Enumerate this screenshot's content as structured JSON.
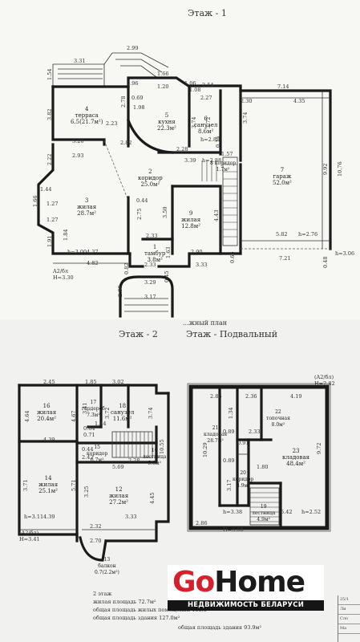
{
  "floor1": {
    "title": "Этаж - 1",
    "rooms": [
      {
        "id": "4",
        "name": "терраса",
        "area": "6.5(21.7м²)"
      },
      {
        "id": "5",
        "name": "кухня",
        "area": "22.3м²"
      },
      {
        "id": "6",
        "name": "санузел",
        "area": "8.6м²"
      },
      {
        "id": "7",
        "name": "гараж",
        "area": "52.0м²"
      },
      {
        "id": "2",
        "name": "коридор",
        "area": "25.0м²"
      },
      {
        "id": "3",
        "name": "жилая",
        "area": "28.7м²"
      },
      {
        "id": "9",
        "name": "жилая",
        "area": "12.8м²"
      },
      {
        "id": "1",
        "name": "тамбур",
        "area": "3.8м²"
      },
      {
        "id": "8",
        "name": "коридор",
        "area": "1.7м²"
      }
    ],
    "dims": [
      "3.31",
      "2.99",
      "0.96",
      "1.66",
      "1.20",
      "1.06",
      "2.54",
      "7.14",
      "1.54",
      "1.98",
      "0.69",
      "2.78",
      "1.08",
      "2.27",
      "2.30",
      "4.35",
      "3.82",
      "2.23",
      "3.74",
      "3.72",
      "3.74",
      "3.26",
      "2.82",
      "h=2.88",
      "2.28",
      "0.15",
      "2.93",
      "3.39",
      "h=2.88",
      "1.57",
      "9.92",
      "10.76",
      "2.22",
      "0.44",
      "1.44",
      "1.27",
      "2.75",
      "3.50",
      "4.43",
      "1.66",
      "5.82",
      "h=2.76",
      "1.27",
      "2.33",
      "1.84",
      "1.91",
      "h=3.00",
      "4.37",
      "2.90",
      "0.66",
      "7.21",
      "0.48",
      "h=3.06",
      "1.63",
      "4.82",
      "0.82",
      "2.33",
      "3.33",
      "A2/бл",
      "H=3.30",
      "2.00",
      "3.29",
      "0.45",
      "3.17"
    ]
  },
  "floor2": {
    "title": "Этаж - 2",
    "overlay_title": "...жный план",
    "rooms": [
      {
        "id": "16",
        "name": "жилая",
        "area": "20.4м²"
      },
      {
        "id": "17",
        "name": "гардероб",
        "area": "7.3м²"
      },
      {
        "id": "18",
        "name": "санузел",
        "area": "11.6м²"
      },
      {
        "id": "15",
        "name": "коридор",
        "area": "6.7м²"
      },
      {
        "id": "10",
        "name": "лестница",
        "area": "5.6м²"
      },
      {
        "id": "14",
        "name": "жилая",
        "area": "25.1м²"
      },
      {
        "id": "12",
        "name": "жилая",
        "area": "27.2м²"
      },
      {
        "id": "13",
        "name": "балкон",
        "area": "0.7(2.2м²)"
      }
    ],
    "dims": [
      "4.64",
      "2.45",
      "1.85",
      "3.02",
      "4.67",
      "3.41",
      "3.72",
      "3.74",
      "0.64",
      "0.71",
      "1.44",
      "4.39",
      "0.44",
      "2.42",
      "5.69",
      "2.28",
      "10.55",
      "3.71",
      "5.71",
      "3.25",
      "4.45",
      "h=3.11",
      "4.39",
      "3.33",
      "(A2/бл)",
      "H=3.41",
      "2.32",
      "2.70"
    ],
    "notes": [
      "2 этаж",
      "жилая площадь 72.7м²",
      "общая площадь жилых помещений 103.0",
      "общая площадь здания 127.0м²"
    ]
  },
  "basement": {
    "title": "Этаж - Подвальный",
    "rooms": [
      {
        "id": "22",
        "name": "топочная",
        "area": "8.0м²"
      },
      {
        "id": "21",
        "name": "кладовая",
        "area": "28.7м²"
      },
      {
        "id": "23",
        "name": "кладовая",
        "area": "48.4м²"
      },
      {
        "id": "20",
        "name": "коридор",
        "area": "3.9м²"
      },
      {
        "id": "19",
        "name": "лестница",
        "area": "4.9м²"
      }
    ],
    "dims": [
      "(A2/бл)",
      "H=2.82",
      "2.86",
      "2.36",
      "4.19",
      "1.34",
      "0.89",
      "2.33",
      "0.91",
      "10.29",
      "0.89",
      "1.80",
      "9.72",
      "3.17",
      "h=3.38",
      "5.42",
      "h=2.52",
      "2.86",
      "H=3.68"
    ],
    "notes": [
      "общая площадь здания 93.9м²"
    ]
  },
  "brand": {
    "go": "Go",
    "home": "Home",
    "subtitle": "НЕДВИЖИМОСТЬ БЕЛАРУСИ"
  },
  "corner_box": [
    "25/1",
    "Ли",
    "Сло",
    "Ма"
  ]
}
